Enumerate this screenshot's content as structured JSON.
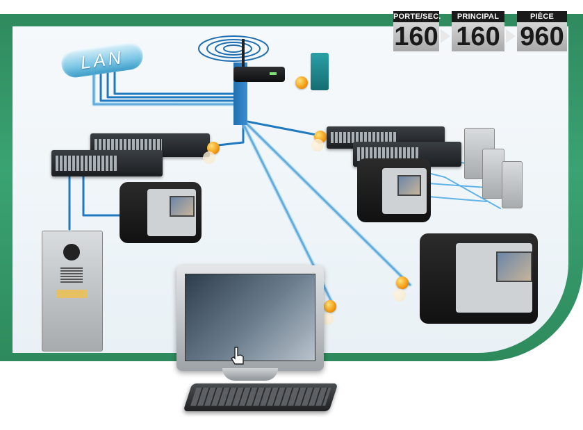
{
  "badges": [
    {
      "label": "PORTE/SEC.",
      "value": "160"
    },
    {
      "label": "PRINCIPAL",
      "value": "160"
    },
    {
      "label": "PIÈCE",
      "value": "960"
    }
  ],
  "network": {
    "lan_label": "LAN"
  },
  "colors": {
    "frame_green": "#3aa372",
    "wire_blue": "#2a8fd0",
    "node_orange": "#f39a12"
  },
  "icons": [
    "wifi-icon",
    "cursor-hand-icon"
  ]
}
